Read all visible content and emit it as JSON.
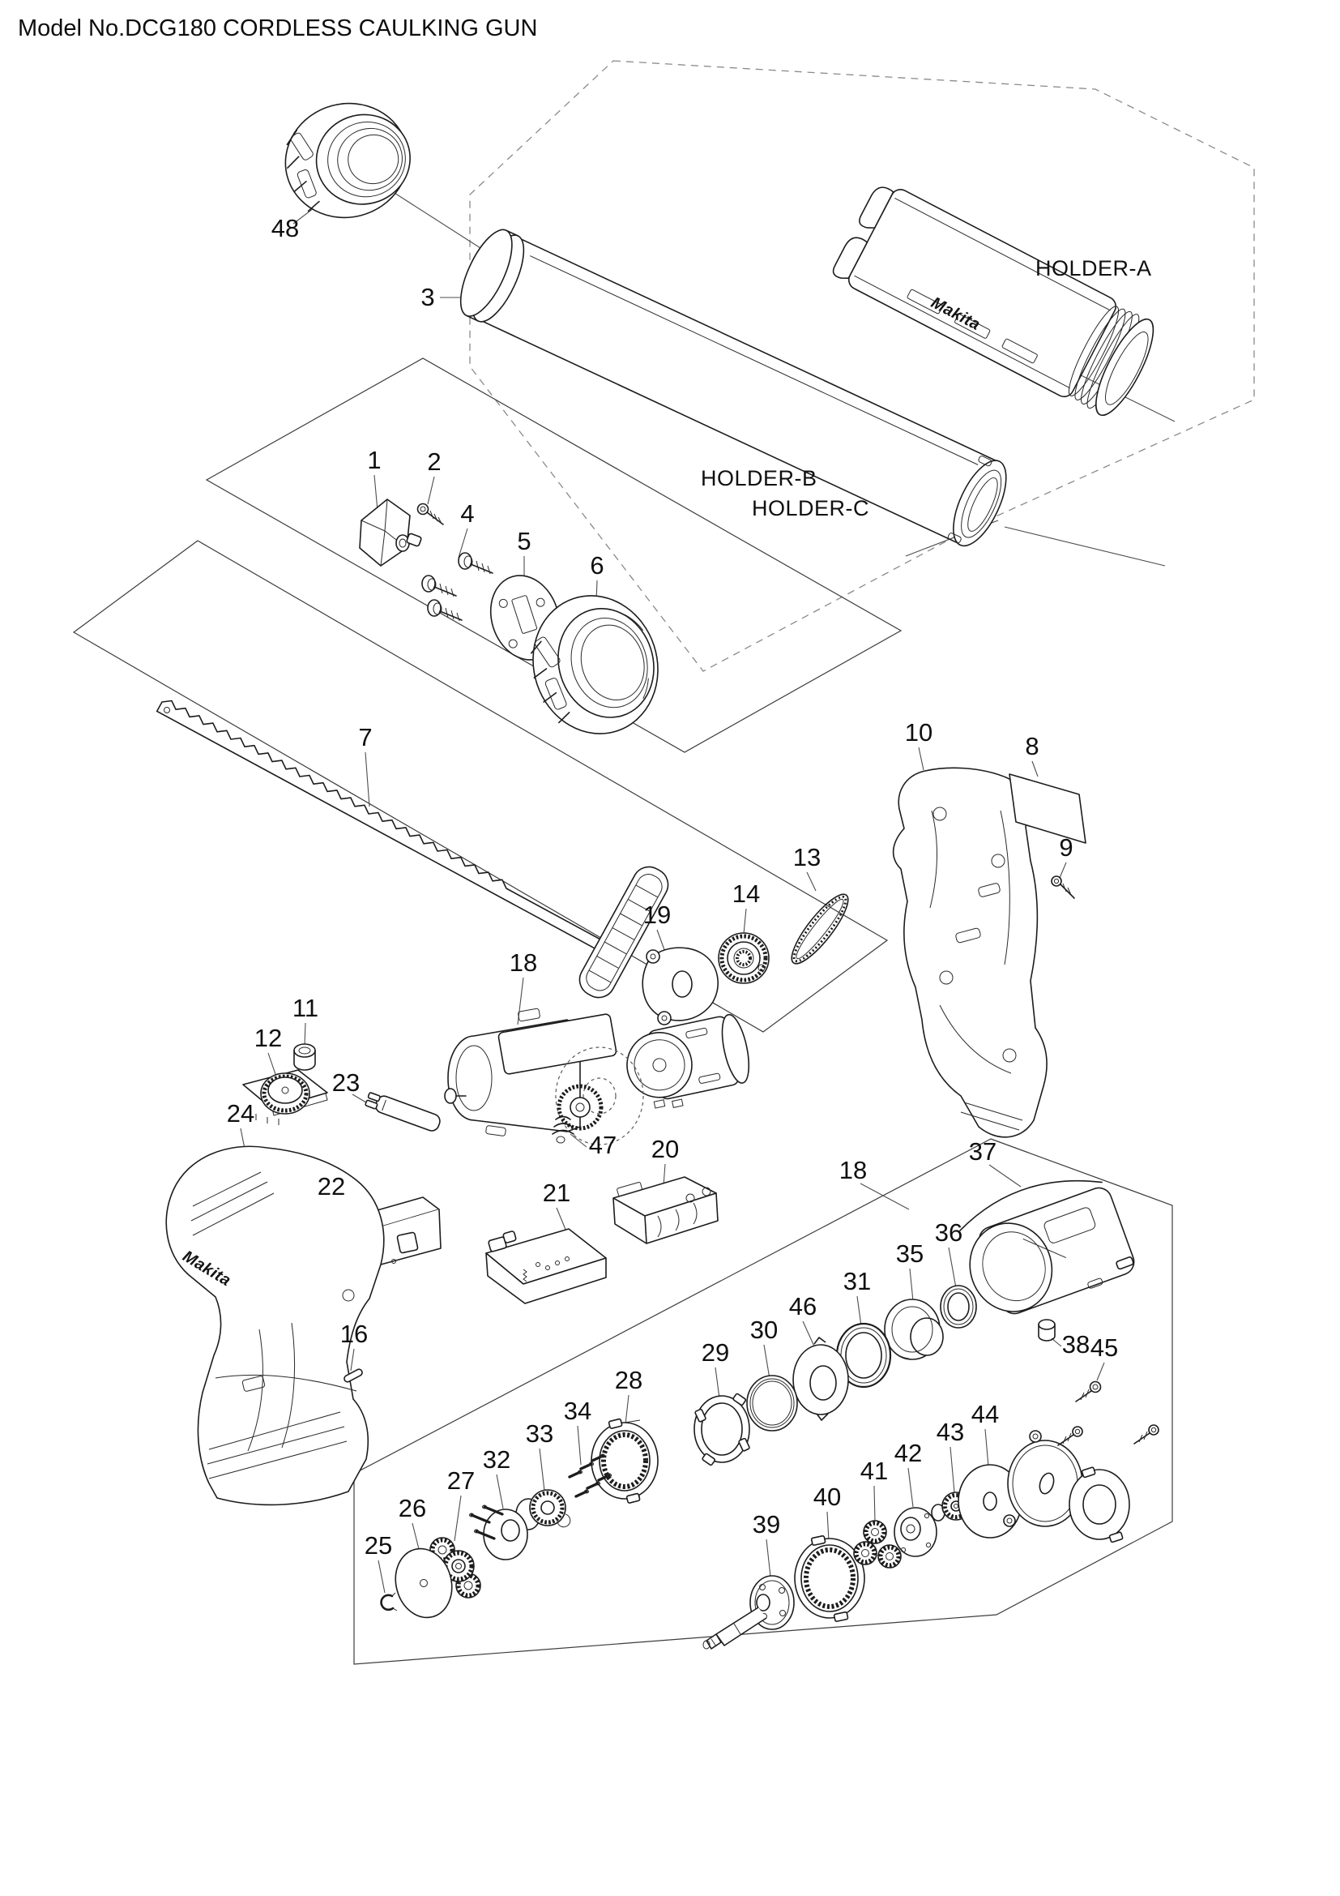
{
  "title": "Model No.DCG180 CORDLESS CAULKING GUN",
  "brand": "Makita",
  "colors": {
    "ink": "#1c1c1c",
    "leader": "#4d4d4d",
    "frame": "#3c3c3c",
    "dash": "#8a8a8a"
  },
  "holders": {
    "a": "HOLDER-A",
    "b": "HOLDER-B",
    "c": "HOLDER-C"
  },
  "callouts": {
    "p1": "1",
    "p2": "2",
    "p3": "3",
    "p4": "4",
    "p5": "5",
    "p6": "6",
    "p7": "7",
    "p8": "8",
    "p9": "9",
    "p10": "10",
    "p11": "11",
    "p12": "12",
    "p13": "13",
    "p14": "14",
    "p16": "16",
    "p18": "18",
    "p18b": "18",
    "p19": "19",
    "p20": "20",
    "p21": "21",
    "p22": "22",
    "p23": "23",
    "p24": "24",
    "p25": "25",
    "p26": "26",
    "p27": "27",
    "p28": "28",
    "p29": "29",
    "p30": "30",
    "p31": "31",
    "p32": "32",
    "p33": "33",
    "p34": "34",
    "p35": "35",
    "p36": "36",
    "p37": "37",
    "p38": "38",
    "p39": "39",
    "p40": "40",
    "p41": "41",
    "p42": "42",
    "p43": "43",
    "p44": "44",
    "p45": "45",
    "p46": "46",
    "p47": "47",
    "p48": "48"
  }
}
